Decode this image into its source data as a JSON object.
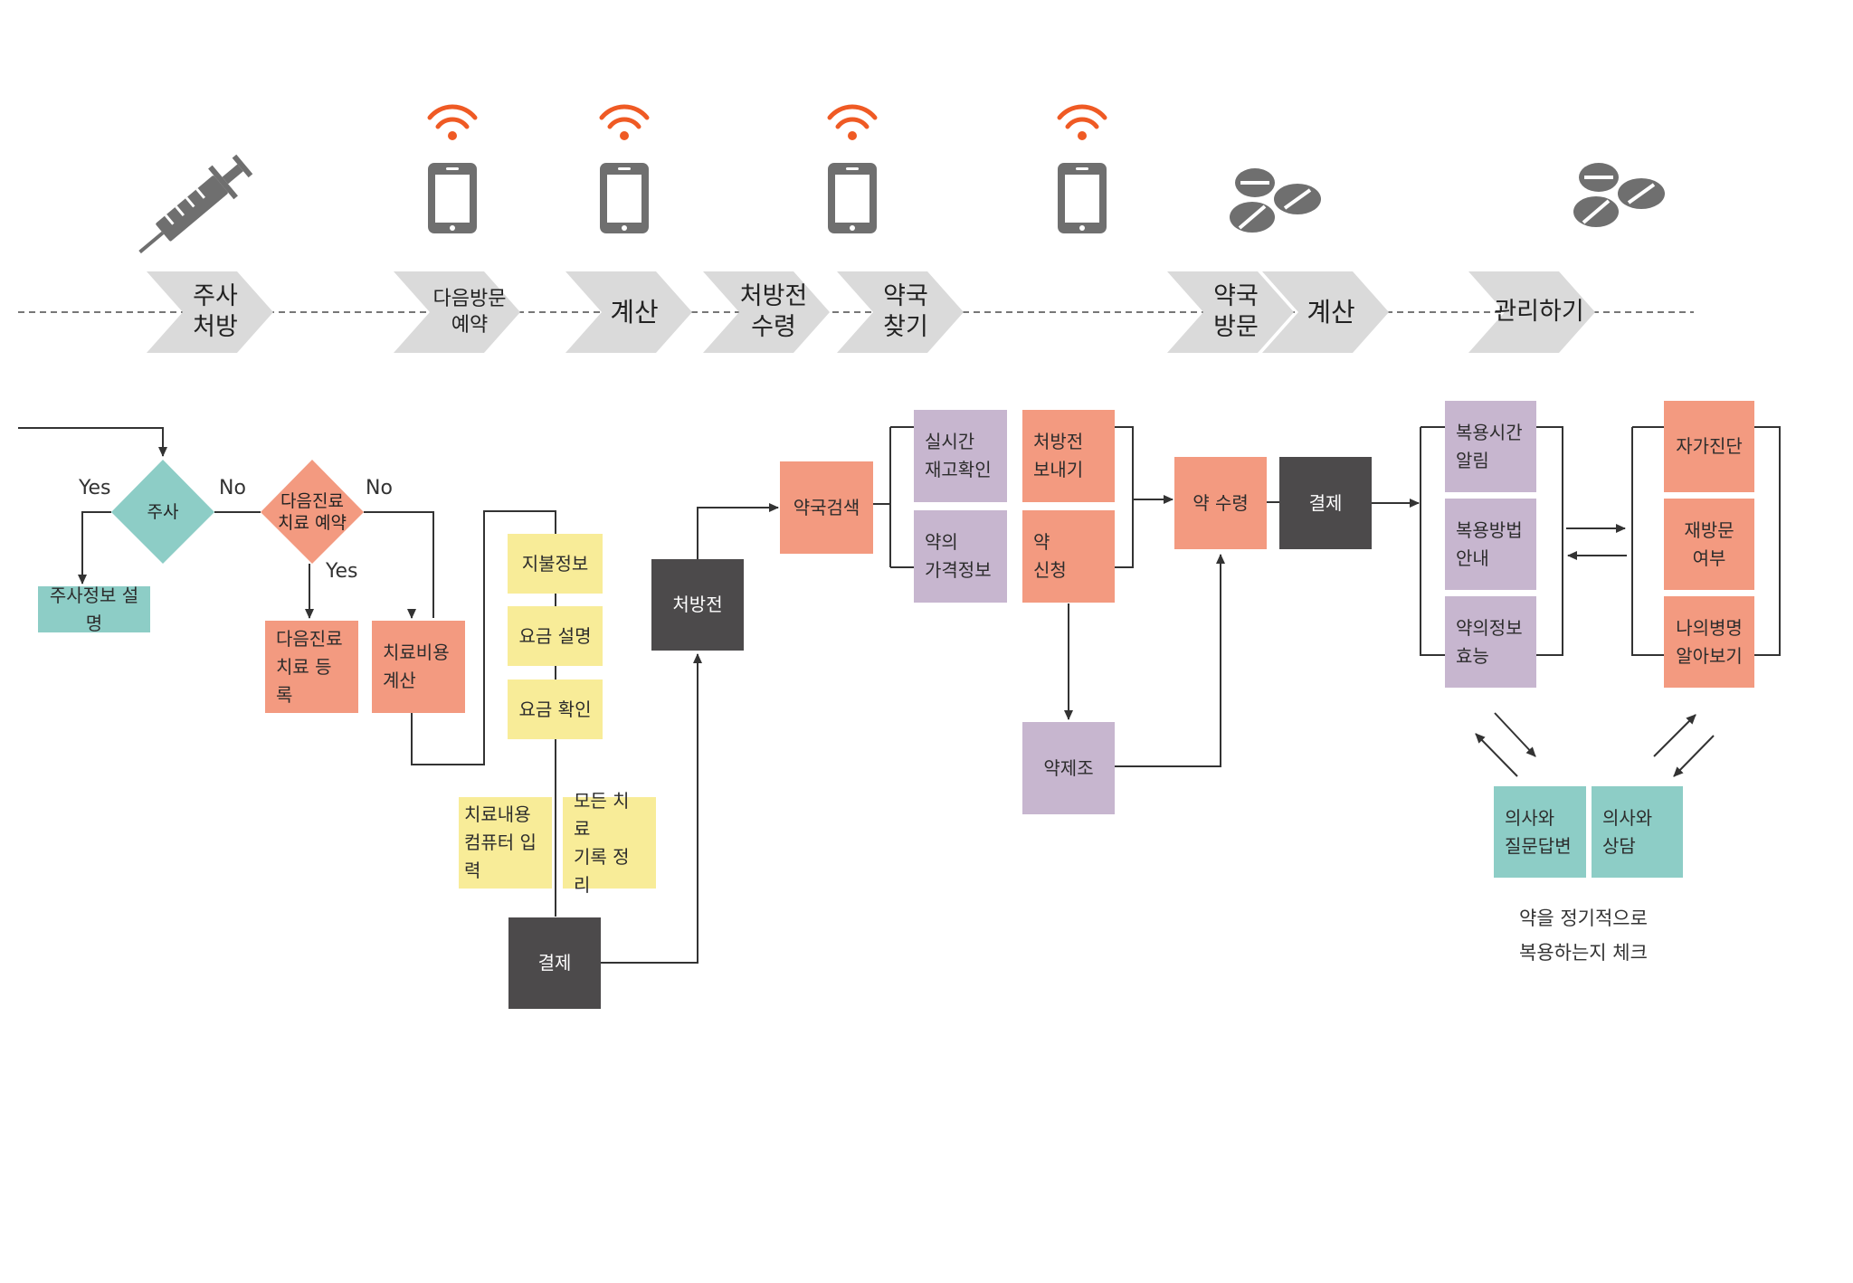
{
  "colors": {
    "salmon": "#f39a80",
    "lavender": "#c7b6cf",
    "teal": "#8dcdc6",
    "yellow": "#f8ec98",
    "dark": "#4c4a4b",
    "gray_chevron": "#dadada",
    "icon_gray": "#6f6f6f",
    "wifi_orange": "#ef5a24",
    "line": "#333333"
  },
  "timeline": {
    "icons": [
      "syringe-icon",
      "phone-icon",
      "phone-icon",
      "phone-icon",
      "phone-icon",
      "pills-icon",
      "pills-icon"
    ],
    "steps": [
      {
        "line1": "주사",
        "line2": "처방"
      },
      {
        "line1": "다음방문",
        "line2": "예약"
      },
      {
        "line1": "계산",
        "line2": ""
      },
      {
        "line1": "처방전",
        "line2": "수령"
      },
      {
        "line1": "약국",
        "line2": "찾기"
      },
      {
        "line1": "약국",
        "line2": "방문"
      },
      {
        "line1": "계산",
        "line2": ""
      },
      {
        "line1": "관리하기",
        "line2": ""
      }
    ]
  },
  "flow": {
    "decision_injection": "주사",
    "decision_next": {
      "line1": "다음진료",
      "line2": "치료 예약"
    },
    "yes_left": "Yes",
    "no_1": "No",
    "no_2": "No",
    "yes_down": "Yes",
    "injection_info": "주사정보 설명",
    "next_register": {
      "line1": "다음진료",
      "line2": "치료 등록"
    },
    "treatment_cost": {
      "line1": "치료비용",
      "line2": "계산"
    },
    "payment_info": "지불정보",
    "fee_explain": "요금 설명",
    "fee_confirm": "요금 확인",
    "treatment_input": {
      "line1": "치료내용",
      "line2": "컴퓨터 입력"
    },
    "record_organize": {
      "line1": "모든 치료",
      "line2": "기록 정리"
    },
    "payment_1": "결제",
    "prescription": "처방전",
    "pharmacy_search": "약국검색",
    "realtime_stock": {
      "line1": "실시간",
      "line2": "재고확인"
    },
    "send_prescription": {
      "line1": "처방전",
      "line2": "보내기"
    },
    "drug_price": {
      "line1": "약의",
      "line2": "가격정보"
    },
    "drug_request": {
      "line1": "약",
      "line2": "신청"
    },
    "dispensing": "약제조",
    "drug_receive": "약 수령",
    "payment_2": "결제",
    "dose_time": {
      "line1": "복용시간",
      "line2": "알림"
    },
    "dose_method": {
      "line1": "복용방법",
      "line2": "안내"
    },
    "drug_info": {
      "line1": "약의정보",
      "line2": "효능"
    },
    "self_diagnosis": "자가진단",
    "revisit": {
      "line1": "재방문",
      "line2": "여부"
    },
    "my_disease": {
      "line1": "나의병명",
      "line2": "알아보기"
    },
    "doctor_qa": {
      "line1": "의사와",
      "line2": "질문답변"
    },
    "doctor_consult": {
      "line1": "의사와",
      "line2": "상담"
    },
    "check_note": {
      "line1": "약을 정기적으로",
      "line2": "복용하는지 체크"
    }
  }
}
